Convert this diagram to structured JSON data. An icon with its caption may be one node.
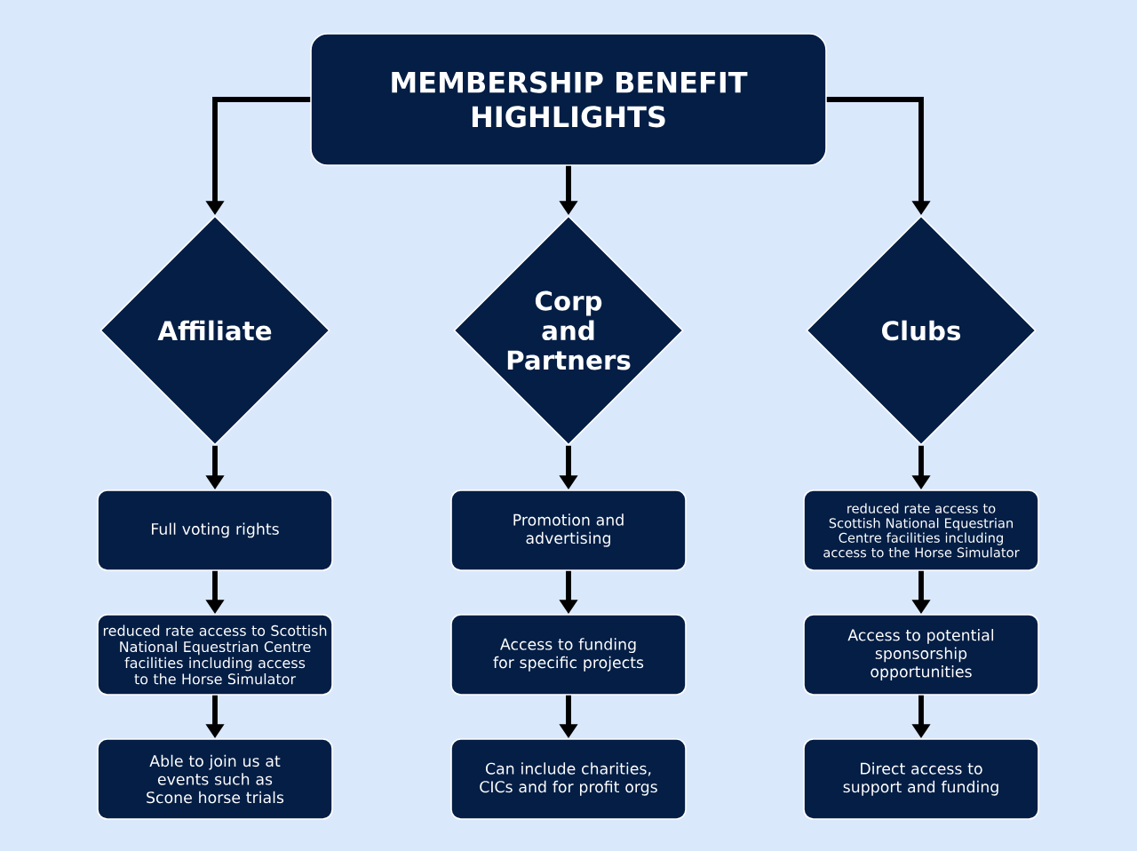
{
  "diagram": {
    "nodes": [
      {
        "text": [
          "MEMBERSHIP BENEFIT HIGHLIGHTS"
        ]
      },
      {
        "text": [
          "Affiliate"
        ]
      },
      {
        "text": [
          "Corp and Partners"
        ]
      },
      {
        "text": [
          "Clubs"
        ]
      },
      {
        "text": [
          "Full voting rights"
        ]
      },
      {
        "text": [
          "Promotion and advertising"
        ]
      },
      {
        "text": [
          "reduced rate access to Scottish National Equestrian Centre facilities including access to the Horse Simulator"
        ]
      },
      {
        "text": [
          "reduced rate access to Scottish National Equestrian Centre facilities including access to the Horse Simulator"
        ]
      },
      {
        "text": [
          "Access to funding for specific projects"
        ]
      },
      {
        "text": [
          "Access to potential sponsorship opportunities"
        ]
      },
      {
        "text": [
          "Able to join us at events such as Scone horse trials"
        ]
      },
      {
        "text": [
          "Can include charities, CICs and for profit orgs"
        ]
      },
      {
        "text": [
          "Direct access to support and funding"
        ]
      }
    ],
    "edges": [
      {
        "from": 0,
        "to": 1,
        "arrow": "to"
      },
      {
        "from": 0,
        "to": 2,
        "arrow": "to"
      },
      {
        "from": 0,
        "to": 3,
        "arrow": "to"
      },
      {
        "from": 1,
        "to": 4,
        "arrow": "to"
      },
      {
        "from": 2,
        "to": 5,
        "arrow": "to"
      },
      {
        "from": 3,
        "to": 6,
        "arrow": "to"
      },
      {
        "from": 4,
        "to": 7,
        "arrow": "to"
      },
      {
        "from": 5,
        "to": 8,
        "arrow": "to"
      },
      {
        "from": 6,
        "to": 9,
        "arrow": "to"
      },
      {
        "from": 7,
        "to": 10,
        "arrow": "to"
      },
      {
        "from": 8,
        "to": 11,
        "arrow": "to"
      },
      {
        "from": 9,
        "to": 12,
        "arrow": "to"
      }
    ]
  }
}
